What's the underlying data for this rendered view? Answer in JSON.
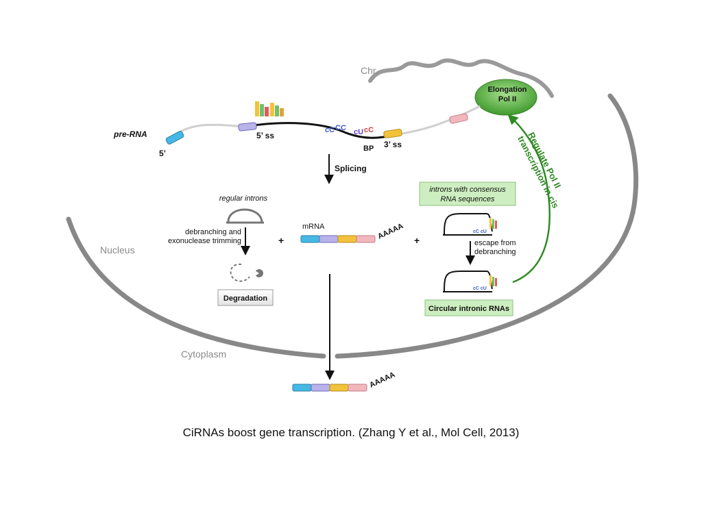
{
  "labels": {
    "chr": "Chr.",
    "pol2_line1": "Elongation",
    "pol2_line2": "Pol II",
    "pre_rna": "pre-RNA",
    "five_prime": "5’",
    "five_ss": "5’ ss",
    "bp": "BP",
    "three_ss": "3’ ss",
    "splicing": "Splicing",
    "regular_introns": "regular introns",
    "debranching_line1": "debranching and",
    "debranching_line2": "exonuclease trimming",
    "degradation": "Degradation",
    "mrna": "mRNA",
    "polya": "AAAAA",
    "plus": "+",
    "consensus_line1": "introns with consensus",
    "consensus_line2": "RNA sequences",
    "escape_line1": "escape from",
    "escape_line2": "debranching",
    "circular": "Circular intronic RNAs",
    "regulate_line1": "Regulate Pol II",
    "regulate_line2": "transcription in cis",
    "nucleus": "Nucleus",
    "cytoplasm": "Cytoplasm"
  },
  "caption": "CiRNAs boost gene transcription. (Zhang Y et al., Mol Cell, 2013)",
  "colors": {
    "exon_blue": "#45b8e6",
    "exon_purple": "#b9b3ea",
    "exon_orange": "#f2c23a",
    "exon_pink": "#f2b7bd",
    "membrane": "#777777",
    "green_box": "#cdeec0",
    "green_arrow": "#2f8a23",
    "pol2": "#5fae4a"
  },
  "icons": [
    "consensus-sequence-logo",
    "lariat-icon",
    "degraded-rna-icon",
    "circular-rna-icon"
  ]
}
